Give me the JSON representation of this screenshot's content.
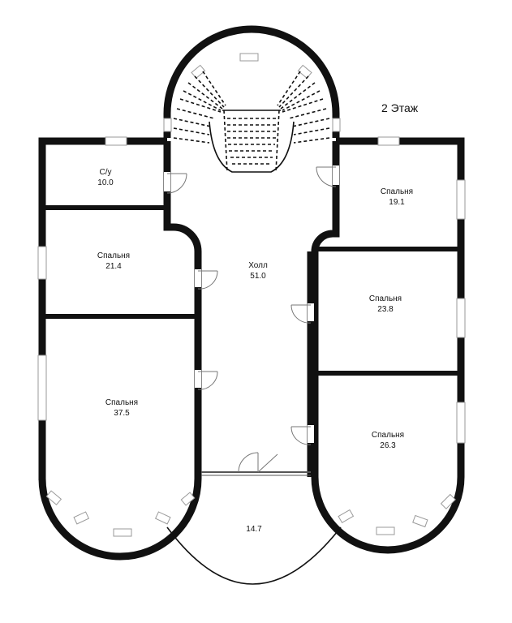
{
  "floor_label": "2 Этаж",
  "rooms": [
    {
      "id": "wc",
      "name": "С/у",
      "area": "10.0"
    },
    {
      "id": "bedroom-nw",
      "name": "Спальня",
      "area": "21.4"
    },
    {
      "id": "bedroom-sw",
      "name": "Спальня",
      "area": "37.5"
    },
    {
      "id": "hall",
      "name": "Холл",
      "area": "51.0"
    },
    {
      "id": "bedroom-ne",
      "name": "Спальня",
      "area": "19.1"
    },
    {
      "id": "bedroom-e",
      "name": "Спальня",
      "area": "23.8"
    },
    {
      "id": "bedroom-se",
      "name": "Спальня",
      "area": "26.3"
    },
    {
      "id": "terrace",
      "name": "",
      "area": "14.7"
    }
  ]
}
